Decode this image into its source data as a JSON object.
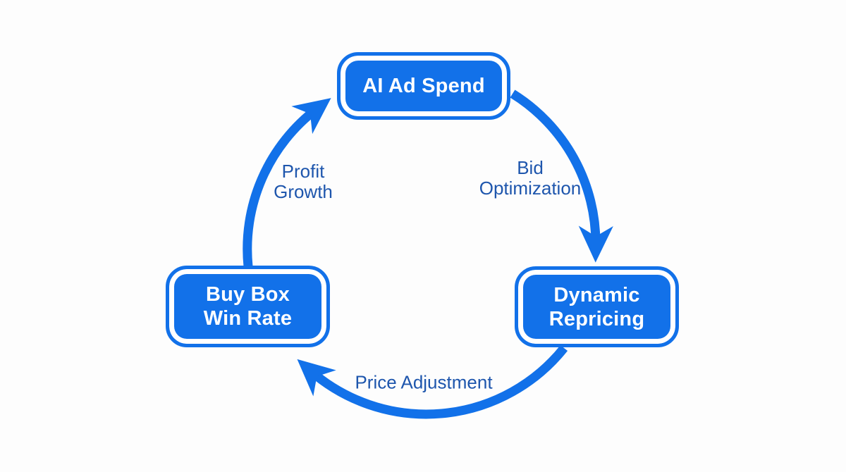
{
  "colors": {
    "node-fill": "#1271e9",
    "arrow": "#1271e9",
    "edge-label": "#1e56ad",
    "node-text": "#ffffff",
    "bg": "#fdfdfd"
  },
  "diagram": {
    "nodes": {
      "ai_ad_spend": {
        "label": "AI Ad Spend"
      },
      "dynamic_repricing": {
        "line1": "Dynamic",
        "line2": "Repricing"
      },
      "buy_box_win_rate": {
        "line1": "Buy Box",
        "line2": "Win Rate"
      }
    },
    "edge_labels": {
      "profit_growth": {
        "line1": "Profit",
        "line2": "Growth"
      },
      "bid_optimization": {
        "line1": "Bid",
        "line2": "Optimization"
      },
      "price_adjustment": {
        "label": "Price Adjustment"
      }
    }
  }
}
